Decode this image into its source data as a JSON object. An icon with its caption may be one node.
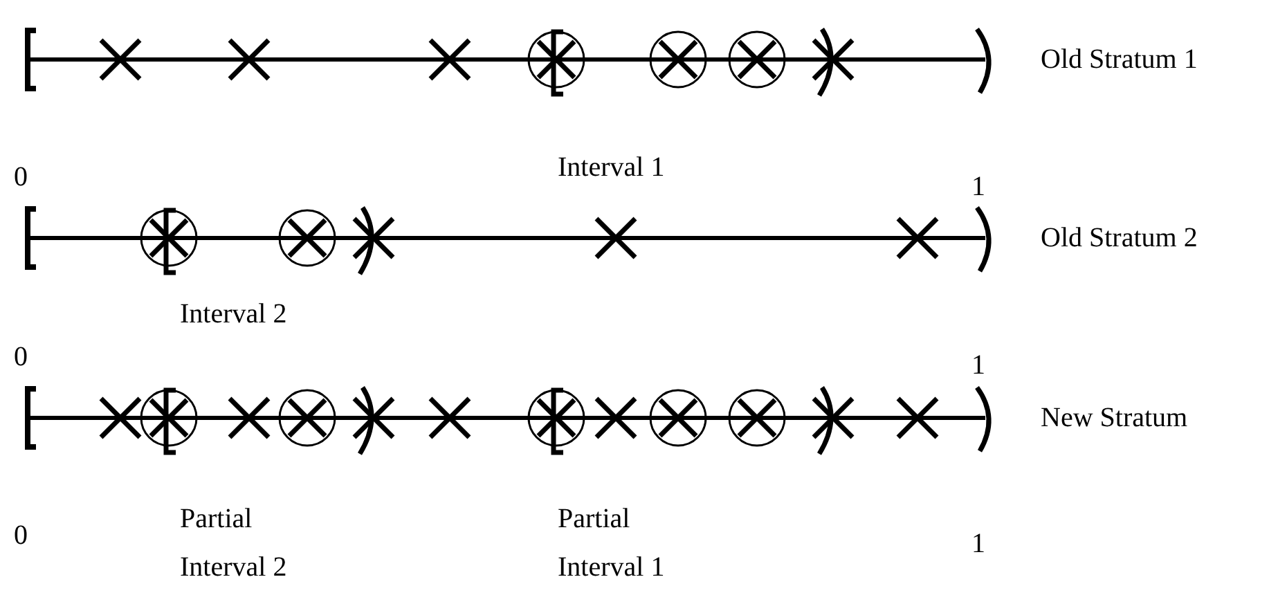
{
  "diagram": {
    "labels": [
      "Old Stratum 1",
      "0",
      "Interval 1",
      "1",
      "Old Stratum 2",
      "0",
      "Interval 2",
      "1",
      "New Stratum",
      "0",
      "Partial Interval 2",
      "Partial Interval 1",
      "1"
    ]
  }
}
